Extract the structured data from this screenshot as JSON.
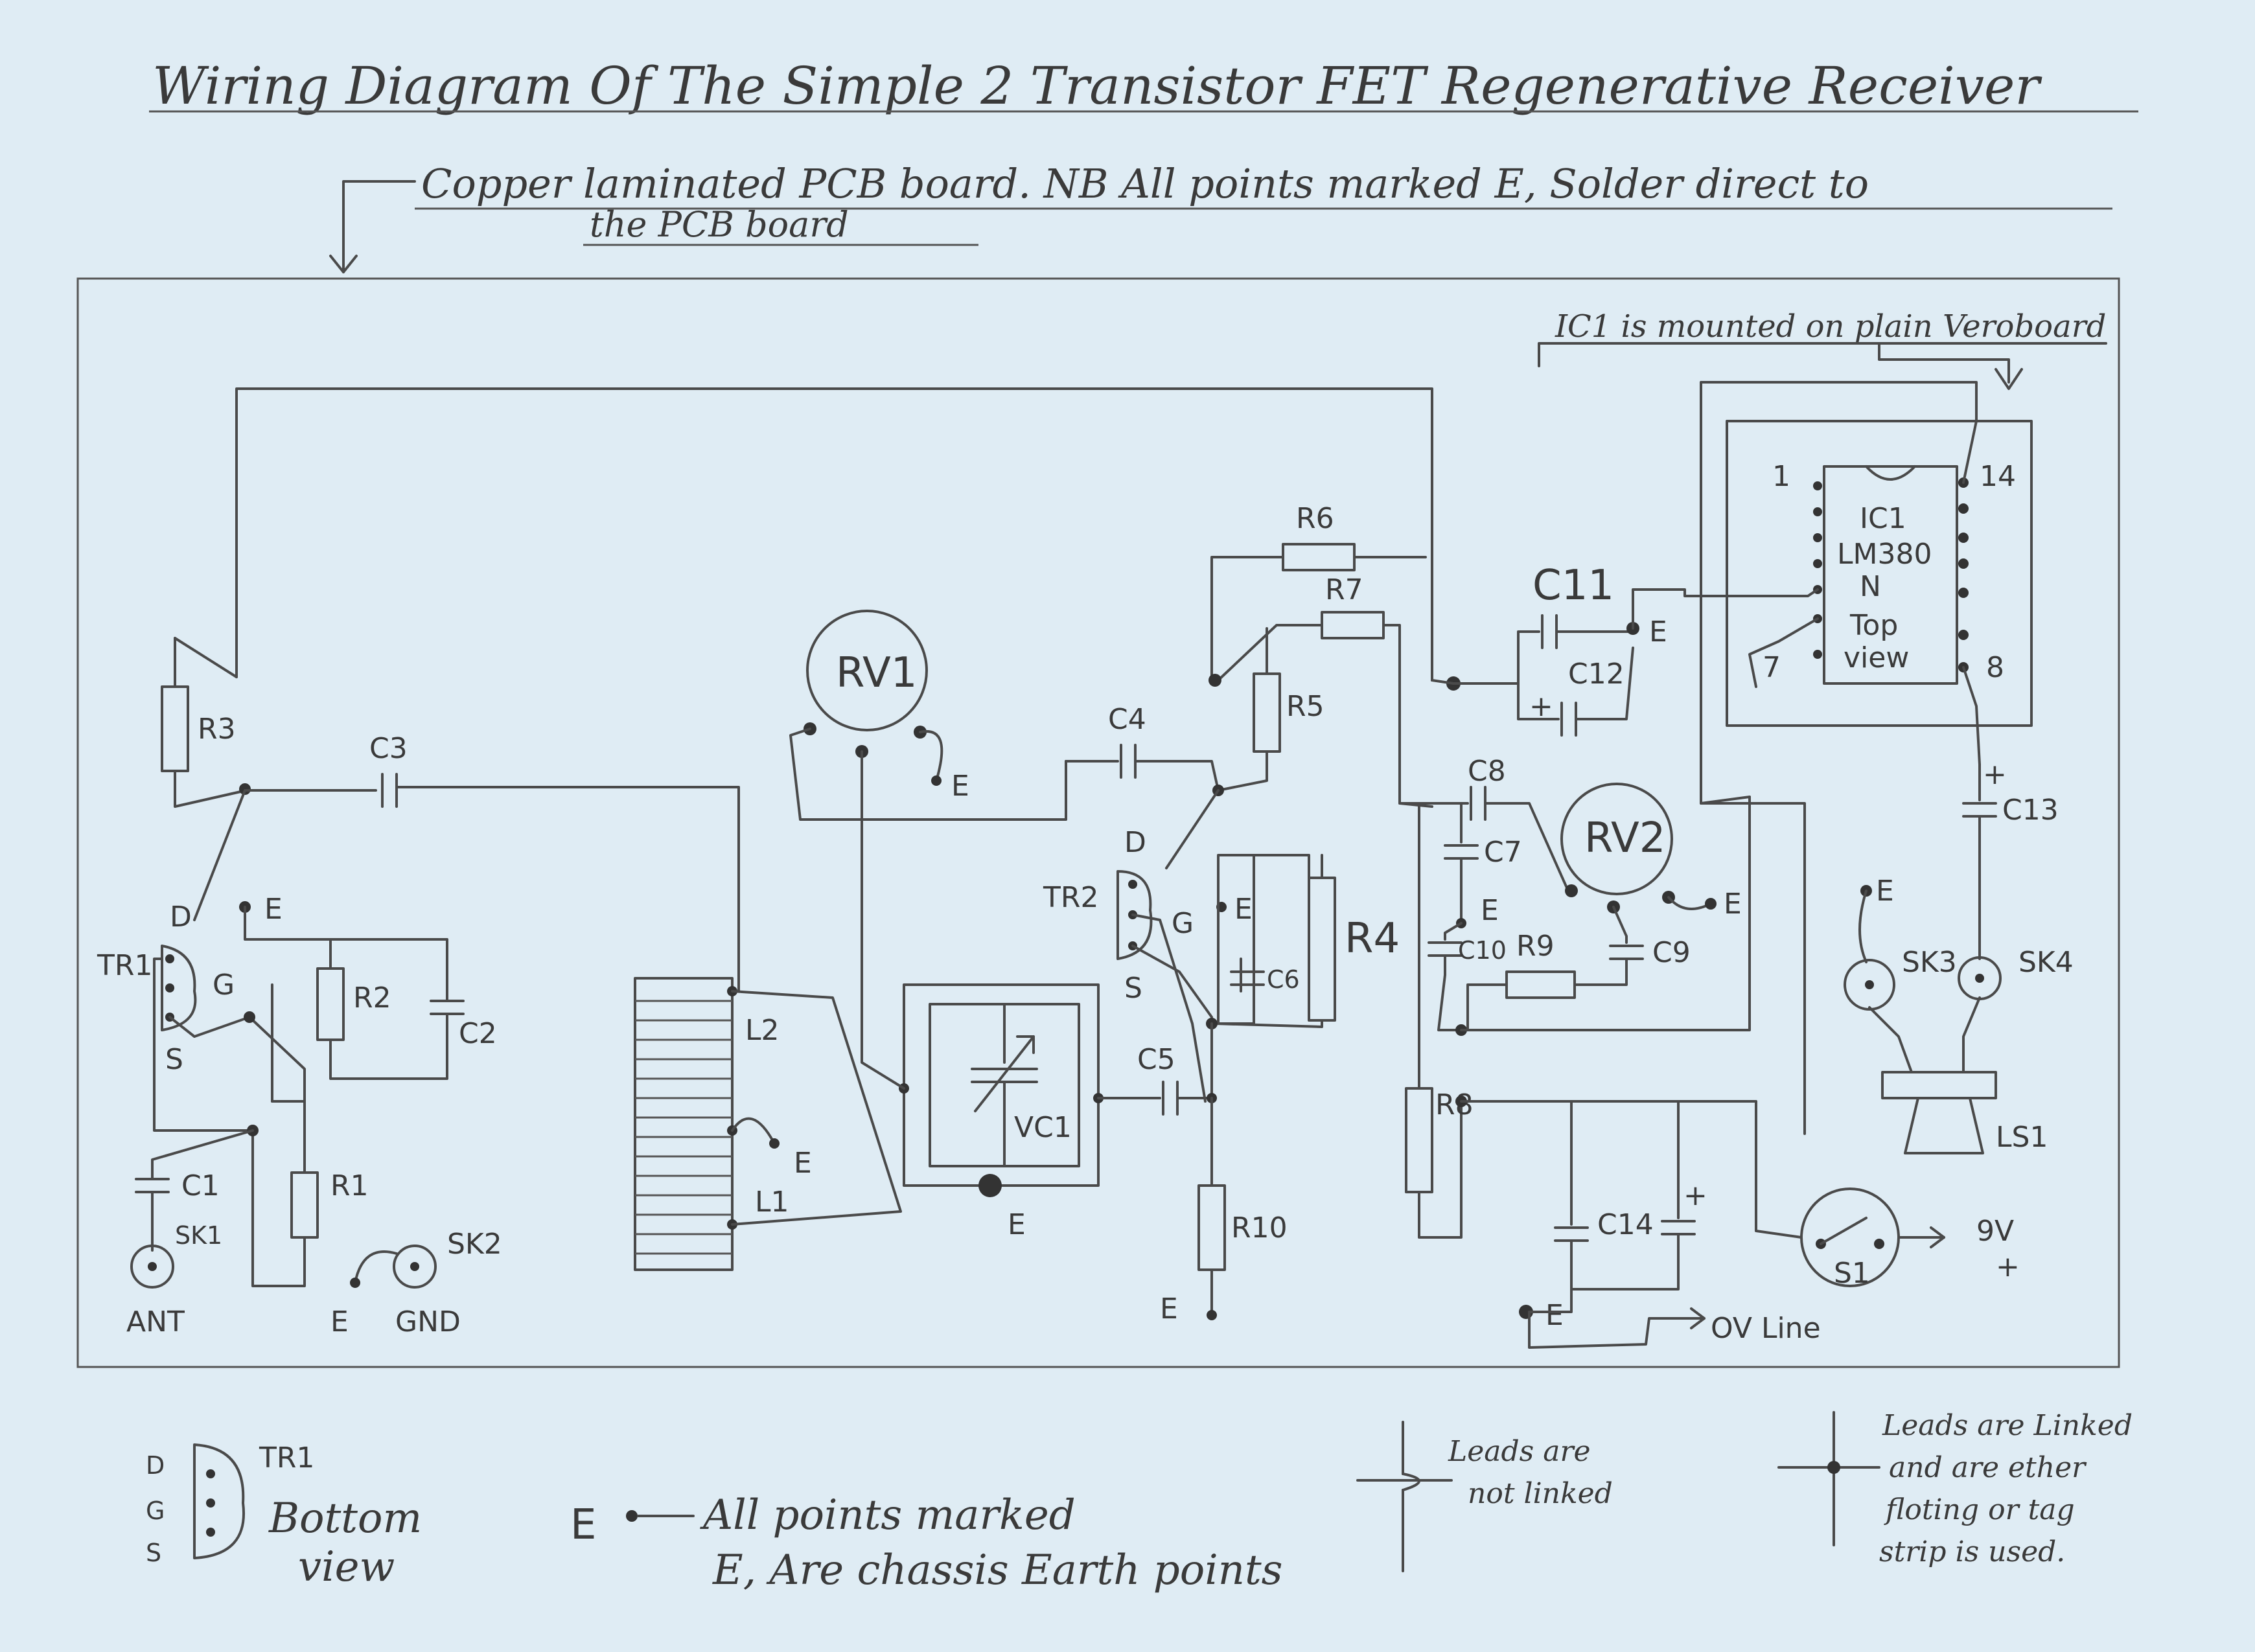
{
  "title": "Wiring Diagram Of The Simple 2 Transistor FET Regenerative Receiver",
  "subtitle_line1": "Copper laminated PCB board. NB All points marked E, Solder direct to",
  "subtitle_line2": "the PCB board",
  "ic_note": "IC1 is mounted on plain Veroboard",
  "ic": {
    "name": "IC1",
    "part": "LM380",
    "suffix": "N",
    "view1": "Top",
    "view2": "view",
    "pin1": "1",
    "pin7": "7",
    "pin8": "8",
    "pin14": "14"
  },
  "components": {
    "R1": "R1",
    "R2": "R2",
    "R3": "R3",
    "R4": "R4",
    "R5": "R5",
    "R6": "R6",
    "R7": "R7",
    "R8": "R8",
    "R9": "R9",
    "R10": "R10",
    "C1": "C1",
    "C2": "C2",
    "C3": "C3",
    "C4": "C4",
    "C5": "C5",
    "C6": "C6",
    "C7": "C7",
    "C8": "C8",
    "C9": "C9",
    "C10": "C10",
    "C11": "C11",
    "C12": "C12",
    "C13": "C13",
    "C14": "C14",
    "RV1": "RV1",
    "RV2": "RV2",
    "VC1": "VC1",
    "TR1": "TR1",
    "TR2": "TR2",
    "L1": "L1",
    "L2": "L2",
    "SK1": "SK1",
    "SK2": "SK2",
    "SK3": "SK3",
    "SK4": "SK4",
    "S1": "S1",
    "LS1": "LS1"
  },
  "pins": {
    "D": "D",
    "G": "G",
    "S": "S"
  },
  "earth": "E",
  "plus": "+",
  "ant": "ANT",
  "gnd": "GND",
  "volt": "9V",
  "ov_line": "OV Line",
  "legend": {
    "tr1_title": "TR1",
    "tr1_sub1": "Bottom",
    "tr1_sub2": "view",
    "earth_line1": "All points marked",
    "earth_line2": "E, Are chassis Earth points",
    "notlinked_line1": "Leads are",
    "notlinked_line2": "not linked",
    "linked_line1": "Leads are Linked",
    "linked_line2": "and are ether",
    "linked_line3": "floting or tag",
    "linked_line4": "strip is used."
  }
}
